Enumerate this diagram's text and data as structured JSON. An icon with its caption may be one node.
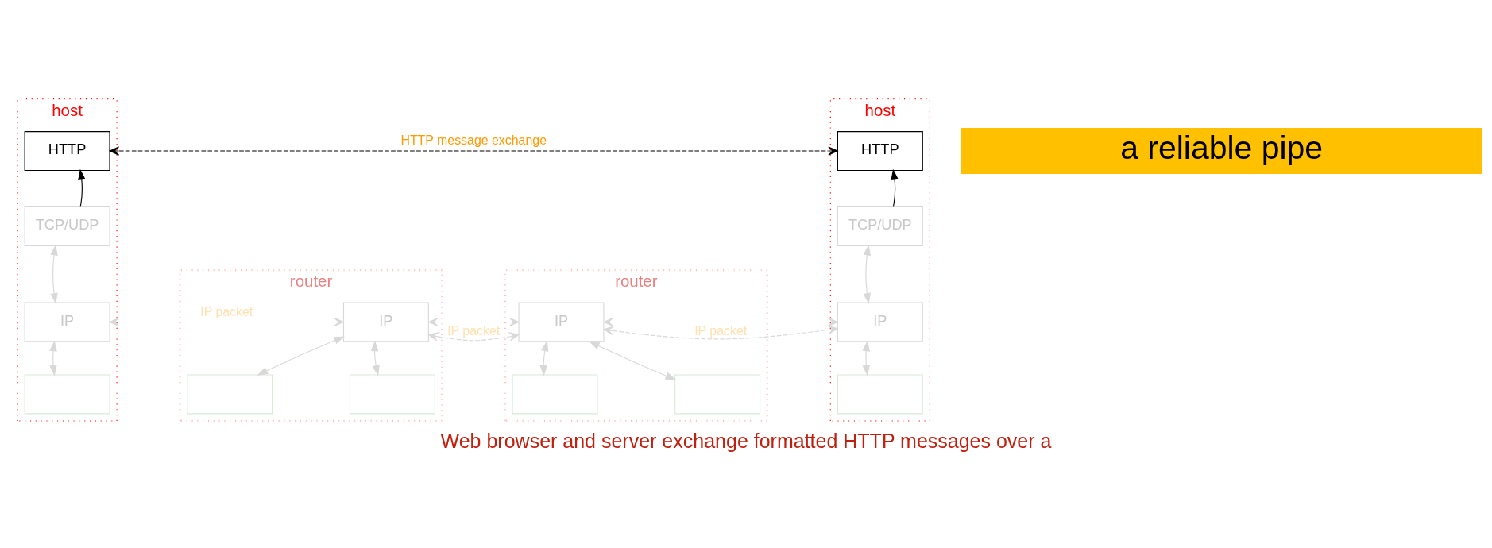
{
  "diagram": {
    "caption": "Web browser and server exchange formatted HTTP messages over a",
    "nodes": [
      {
        "text": [
          "host"
        ]
      },
      {
        "text": [
          "HTTP"
        ],
        "in": 0
      },
      {
        "text": [
          "TCP/UDP"
        ],
        "in": 0
      },
      {
        "text": [
          "IP"
        ],
        "in": 0
      },
      {
        "text": [],
        "shape": "box",
        "in": 0
      },
      {
        "text": [
          "router"
        ]
      },
      {
        "text": [
          "IP"
        ],
        "in": 5
      },
      {
        "text": [],
        "shape": "box",
        "in": 5
      },
      {
        "text": [],
        "shape": "box",
        "in": 5
      },
      {
        "text": [
          "router"
        ]
      },
      {
        "text": [
          "IP"
        ],
        "in": 9
      },
      {
        "text": [],
        "shape": "box",
        "in": 9
      },
      {
        "text": [],
        "shape": "box",
        "in": 9
      },
      {
        "text": [
          "host"
        ]
      },
      {
        "text": [
          "HTTP"
        ],
        "in": 13
      },
      {
        "text": [
          "TCP/UDP"
        ],
        "in": 13
      },
      {
        "text": [
          "IP"
        ],
        "in": 13
      },
      {
        "text": [],
        "shape": "box",
        "in": 13
      },
      {
        "text": [
          "a reliable pipe"
        ]
      }
    ],
    "edges": [
      {
        "from": 1,
        "to": 14,
        "arrow": "both",
        "style": "dashed",
        "label": "HTTP message exchange",
        "color": "#000000"
      },
      {
        "from": 2,
        "to": 1,
        "arrow": "to",
        "color": "#000000"
      },
      {
        "from": 15,
        "to": 14,
        "arrow": "to",
        "color": "#000000"
      },
      {
        "from": 2,
        "to": 3,
        "arrow": "both"
      },
      {
        "from": 3,
        "to": 4,
        "arrow": "both"
      },
      {
        "from": 3,
        "to": 6,
        "arrow": "both",
        "style": "dashed",
        "label": "IP packet"
      },
      {
        "from": 6,
        "to": 10,
        "arrow": "both",
        "style": "dashed",
        "label": "IP packet"
      },
      {
        "from": 10,
        "to": 16,
        "arrow": "both",
        "style": "dashed",
        "label": "IP packet"
      },
      {
        "from": 6,
        "to": 7,
        "arrow": "both"
      },
      {
        "from": 6,
        "to": 8,
        "arrow": "both"
      },
      {
        "from": 10,
        "to": 11,
        "arrow": "both"
      },
      {
        "from": 10,
        "to": 12,
        "arrow": "both"
      },
      {
        "from": 15,
        "to": 16,
        "arrow": "both"
      },
      {
        "from": 16,
        "to": 17,
        "arrow": "both"
      }
    ]
  }
}
